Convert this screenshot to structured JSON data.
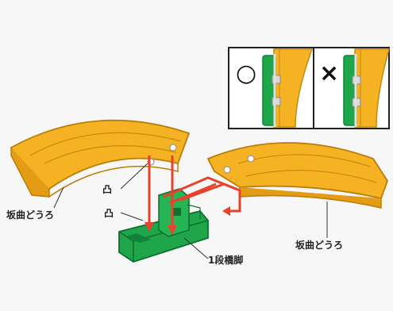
{
  "labels": {
    "left_track": "坂曲どうろ",
    "right_track": "坂曲どうろ",
    "pier": "1段橋脚",
    "convex": "凸",
    "concave": "凸"
  },
  "inset": {
    "correct_mark": "○",
    "incorrect_mark": "×"
  },
  "colors": {
    "track_yellow": "#f5b323",
    "track_edge": "#c48a10",
    "pier_green": "#1fa64a",
    "pier_dark": "#12823a",
    "arrow_red": "#e8412c",
    "connector_gray": "#d9d9d9"
  }
}
